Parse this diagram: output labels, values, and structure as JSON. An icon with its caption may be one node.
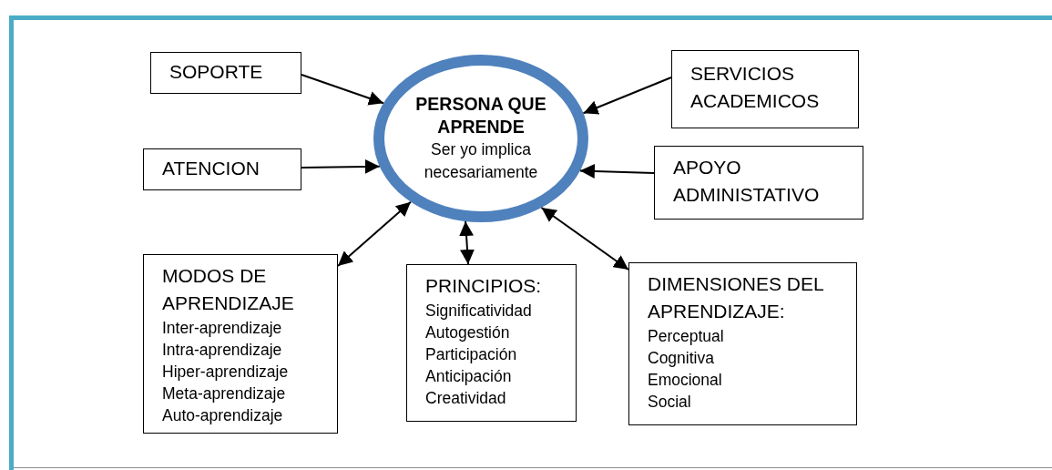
{
  "diagram": {
    "nodes": [
      {
        "text": [
          "PERSONA QUE APRENDE",
          "Ser yo implica necesariamente"
        ]
      },
      {
        "text": [
          "SOPORTE"
        ]
      },
      {
        "text": [
          "SERVICIOS ACADEMICOS"
        ]
      },
      {
        "text": [
          "ATENCION"
        ]
      },
      {
        "text": [
          "APOYO ADMINISTATIVO"
        ]
      },
      {
        "text": [
          "MODOS DE APRENDIZAJE",
          "Inter-aprendizaje",
          "Intra-aprendizaje",
          "Hiper-aprendizaje",
          "Meta-aprendizaje",
          "Auto-aprendizaje"
        ]
      },
      {
        "text": [
          "PRINCIPIOS:",
          "Significatividad",
          "Autogestión",
          "Participación",
          "Anticipación",
          "Creatividad"
        ]
      },
      {
        "text": [
          "DIMENSIONES DEL APRENDIZAJE:",
          "Perceptual",
          "Cognitiva",
          "Emocional",
          "Social"
        ]
      }
    ],
    "edges": [
      {
        "from": 1,
        "to": 0,
        "arrow": "to"
      },
      {
        "from": 2,
        "to": 0,
        "arrow": "to"
      },
      {
        "from": 3,
        "to": 0,
        "arrow": "to"
      },
      {
        "from": 4,
        "to": 0,
        "arrow": "to"
      },
      {
        "from": 5,
        "to": 0,
        "arrow": "both"
      },
      {
        "from": 6,
        "to": 0,
        "arrow": "both"
      },
      {
        "from": 7,
        "to": 0,
        "arrow": "both"
      }
    ]
  }
}
